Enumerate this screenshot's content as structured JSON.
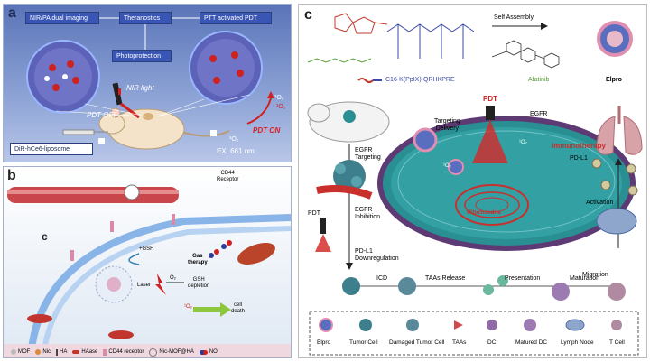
{
  "panel_a": {
    "label": "a",
    "nir_pa": "NIR/PA dual imaging",
    "theranostics": "Theranostics",
    "ptt_pdt": "PTT activated PDT",
    "photoprotection": "Photoprotection",
    "nir_light": "NIR light",
    "pdt_off": "PDT OFF",
    "pdt_on": "PDT ON",
    "liposome": "DiR-hCe6-liposome",
    "ex": "EX. 661 nm",
    "o2_a": "³O₂",
    "o2_b": "¹O₂",
    "o2_c": "³O₂"
  },
  "panel_b": {
    "label": "b",
    "sublabel": "c",
    "cd44": "CD44\nReceptor",
    "cd44_l1": "CD44",
    "cd44_l2": "Receptor",
    "gsh": "+GSH",
    "gas_l1": "Gas",
    "gas_l2": "therapy",
    "laser": "Laser",
    "o2": "O₂",
    "gsh_l1": "GSH",
    "gsh_l2": "depletion",
    "singlet": "¹O₂",
    "death_l1": "cell",
    "death_l2": "death",
    "legend": [
      "MOF",
      "Nic",
      "HA",
      "HAase",
      "CD44 receptor",
      "Nic-MOF@HA",
      "NO"
    ]
  },
  "panel_c": {
    "label": "c",
    "self_assembly": "Self Assembly",
    "formula": "C16-K(PpIX)-QRHKPRE",
    "afatinib": "Afatinib",
    "elpro": "Elpro",
    "pdt_top": "PDT",
    "targeting_l1": "Targeting",
    "targeting_l2": "Delivery",
    "egfr_right": "EGFR",
    "immunotherapy": "Immunotherapy",
    "pdl1_right": "PD-L1",
    "egfr_t1": "EGFR",
    "egfr_t2": "Targeting",
    "egfr_i1": "EGFR",
    "egfr_i2": "Inhibition",
    "pdt_left": "PDT",
    "pdl1_d1": "PD-L1",
    "pdl1_d2": "Downregulation",
    "o2_1": "¹O₂",
    "o2_2": "¹O₂",
    "mito": "Mitochondria",
    "activation": "Activation",
    "migration": "Migration",
    "icd": "ICD",
    "taas_release": "TAAs Release",
    "presentation": "Presentation",
    "maturation": "Maturation",
    "legend": [
      "Elpro",
      "Tumor Cell",
      "Damaged Tumor Cell",
      "TAAs",
      "DC",
      "Matured DC",
      "Lymph Node",
      "T Cell"
    ]
  },
  "colors": {
    "panel_a_bg": "#6d84c2",
    "panel_b_bg": "#dbe6f2",
    "box_blue": "#3a6fcf",
    "red": "#d21f1f",
    "pink": "#e9a8b8",
    "tumor": "#2a8f93"
  }
}
